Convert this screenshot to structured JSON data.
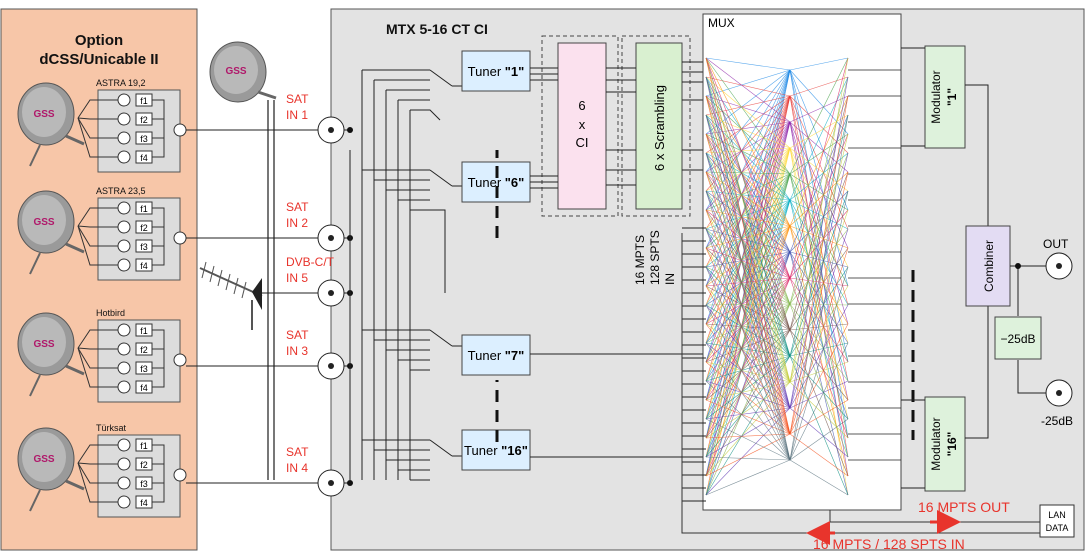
{
  "option": {
    "title1": "Option",
    "title2": "dCSS/Unicable II"
  },
  "device": {
    "title": "MTX 5-16 CT CI"
  },
  "dishes": [
    {
      "label": "ASTRA 19,2"
    },
    {
      "label": "ASTRA 23,5"
    },
    {
      "label": "Hotbird"
    },
    {
      "label": "Türksat"
    }
  ],
  "brand": {
    "logo": "GSS"
  },
  "filters": [
    "f1",
    "f2",
    "f3",
    "f4"
  ],
  "inputs": [
    {
      "line1": "SAT",
      "line2": "IN 1"
    },
    {
      "line1": "SAT",
      "line2": "IN 2"
    },
    {
      "line1": "DVB-C/T",
      "line2": "IN 5"
    },
    {
      "line1": "SAT",
      "line2": "IN 3"
    },
    {
      "line1": "SAT",
      "line2": "IN 4"
    }
  ],
  "tuners": [
    {
      "prefix": "Tuner ",
      "num": "\"1\""
    },
    {
      "prefix": "Tuner ",
      "num": "\"6\""
    },
    {
      "prefix": "Tuner ",
      "num": "\"7\""
    },
    {
      "prefix": "Tuner ",
      "num": "\"16\""
    }
  ],
  "ci": {
    "line1": "6",
    "line2": "x",
    "line3": "CI"
  },
  "scrambling": {
    "label": "6 x Scrambling"
  },
  "mux": {
    "label": "MUX"
  },
  "ip_in": {
    "line1": "16 MPTS",
    "line2": "128 SPTS",
    "line3": "IN"
  },
  "modulators": [
    {
      "label": "Modulator",
      "num": "\"1\""
    },
    {
      "label": "Modulator",
      "num": "\"16\""
    }
  ],
  "combiner": {
    "label": "Combiner"
  },
  "attenuator": {
    "label": "−25dB"
  },
  "outputs": {
    "out": "OUT",
    "test": "-25dB"
  },
  "lan": {
    "line1": "LAN",
    "line2": "DATA",
    "out_label": "16 MPTS OUT",
    "in_label": "16 MPTS / 128 SPTS IN"
  },
  "colors": {
    "option_bg": "#f7c6a8",
    "device_bg": "#e3e3e3",
    "tuner": "#dcefff",
    "ci": "#fbe1ee",
    "scramble": "#d9f0d0",
    "module": "#def2dc",
    "combiner": "#e3dcf3",
    "accent": "#e8342c"
  }
}
